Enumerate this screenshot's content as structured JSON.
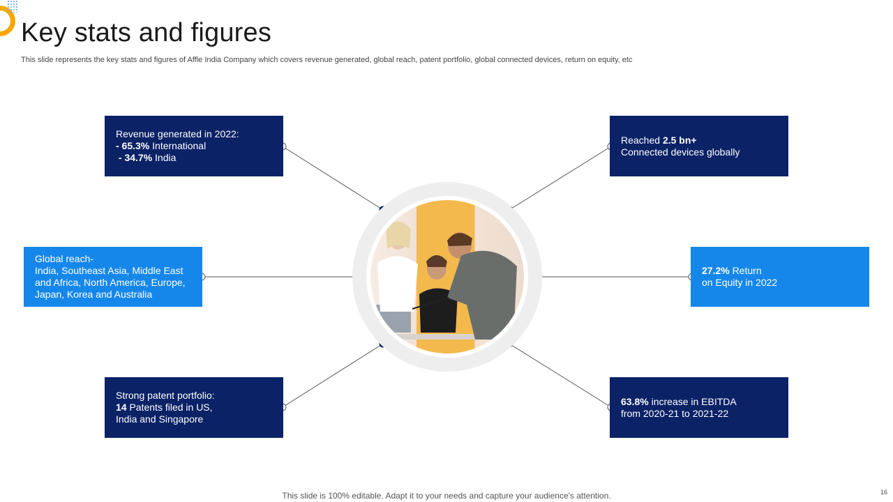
{
  "title": "Key stats and figures",
  "subtitle": "This slide represents the key stats and figures of Affle India Company which covers revenue generated, global reach, patent portfolio, global connected devices, return on equity, etc",
  "boxes": {
    "revenue": {
      "line1": "Revenue generated in 2022:",
      "l2_bold": "- 65.3%",
      "l2_rest": " International",
      "l3_bold": " - 34.7%",
      "l3_rest": " India"
    },
    "devices": {
      "l1_pre": "Reached ",
      "l1_bold": "2.5 bn+",
      "l2": "Connected devices globally"
    },
    "reach": {
      "line1": "Global reach-",
      "line2": "India, Southeast Asia, Middle East",
      "line3": "and Africa, North America, Europe,",
      "line4": "Japan, Korea and Australia"
    },
    "roe": {
      "l1_bold": "27.2%",
      "l1_rest": " Return",
      "l2": "on Equity in 2022"
    },
    "patent": {
      "line1": "Strong patent portfolio:",
      "l2_bold": "14",
      "l2_rest": " Patents filed in US,",
      "line3": "India and Singapore"
    },
    "ebitda": {
      "l1_bold": "63.8%",
      "l1_rest": " increase in EBITDA",
      "l2": "from 2020-21 to 2021-22"
    }
  },
  "colors": {
    "dark_box": "#0b2266",
    "light_box": "#1687ea",
    "accent": "#f5a800",
    "ring": "#eeeeee"
  },
  "footer": "This slide is 100% editable. Adapt it to your needs and capture your audience's attention.",
  "page_number": "16"
}
